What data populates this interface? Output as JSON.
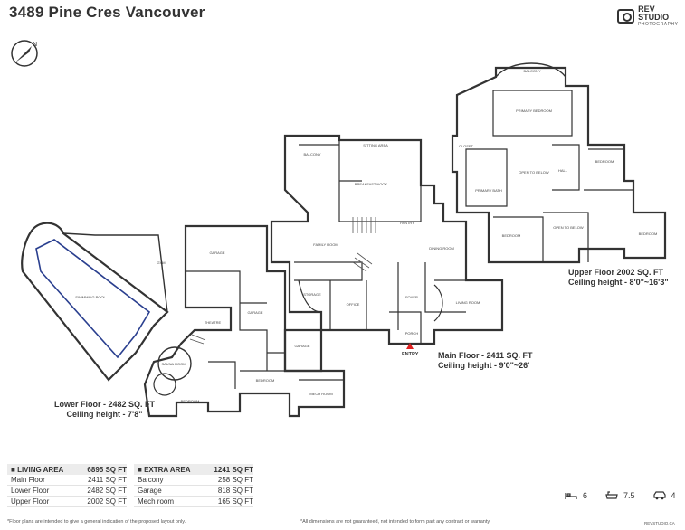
{
  "title": "3489 Pine Cres Vancouver",
  "logo": {
    "line1": "REV STUDIO",
    "line2": "PHOTOGRAPHY"
  },
  "floors": {
    "upper": {
      "line1": "Upper Floor 2002 SQ. FT",
      "line2": "Ceiling height - 8'0\"~16'3\""
    },
    "main": {
      "line1": "Main Floor - 2411  SQ. FT",
      "line2": "Ceiling height - 9'0\"~26'"
    },
    "lower": {
      "line1": "Lower Floor - 2482 SQ. FT",
      "line2": "Ceiling height - 7'8\""
    }
  },
  "entry_label": "ENTRY",
  "rooms": {
    "balcony_top": "BALCONY",
    "primary_bedroom": "PRIMARY BEDROOM",
    "closet": "CLOSET",
    "open_to_below": "OPEN TO BELOW",
    "primary_bath": "PRIMARY BATH",
    "hall": "HALL",
    "bedroom": "BEDROOM",
    "sitting_area": "SITTING AREA",
    "breakfast_nook": "BREAKFAST NOOK",
    "balcony": "BALCONY",
    "family_room": "FAMILY ROOM",
    "dining_room": "DINING ROOM",
    "pantry": "PANTRY",
    "living_room": "LIVING ROOM",
    "office": "OFFICE",
    "foyer": "FOYER",
    "porch": "PORCH",
    "storage": "STORAGE",
    "garage": "GARAGE",
    "theatre": "THEATRE",
    "gym": "GYM",
    "swimming_pool": "SWIMMING POOL",
    "mech_room": "MECH ROOM",
    "sauna_room": "SAUNA ROOM",
    "den_office": "DEN / OFFICE"
  },
  "living_area": {
    "header": "LIVING AREA",
    "total": "6895 SQ FT",
    "rows": [
      {
        "label": "Main Floor",
        "value": "2411 SQ FT"
      },
      {
        "label": "Lower Floor",
        "value": "2482 SQ FT"
      },
      {
        "label": "Upper Floor",
        "value": "2002 SQ FT"
      }
    ]
  },
  "extra_area": {
    "header": "EXTRA AREA",
    "total": "1241 SQ FT",
    "rows": [
      {
        "label": "Balcony",
        "value": "258 SQ FT"
      },
      {
        "label": "Garage",
        "value": "818 SQ FT"
      },
      {
        "label": "Mech room",
        "value": "165 SQ FT"
      }
    ]
  },
  "stats": {
    "bedrooms": "6",
    "bathrooms": "7.5",
    "parking": "4"
  },
  "footnotes": {
    "left": "*Floor plans are intended to give a general indication of the proposed layout only.",
    "right": "*All dimensions are not guaranteed, not intended to form part any contract or warranty.",
    "credit": "REVSTUDIO.CA"
  },
  "colors": {
    "wall": "#333333",
    "line": "#555555",
    "blue": "#2a3f8f",
    "entry": "#e02020",
    "header_bg": "#ececec"
  }
}
